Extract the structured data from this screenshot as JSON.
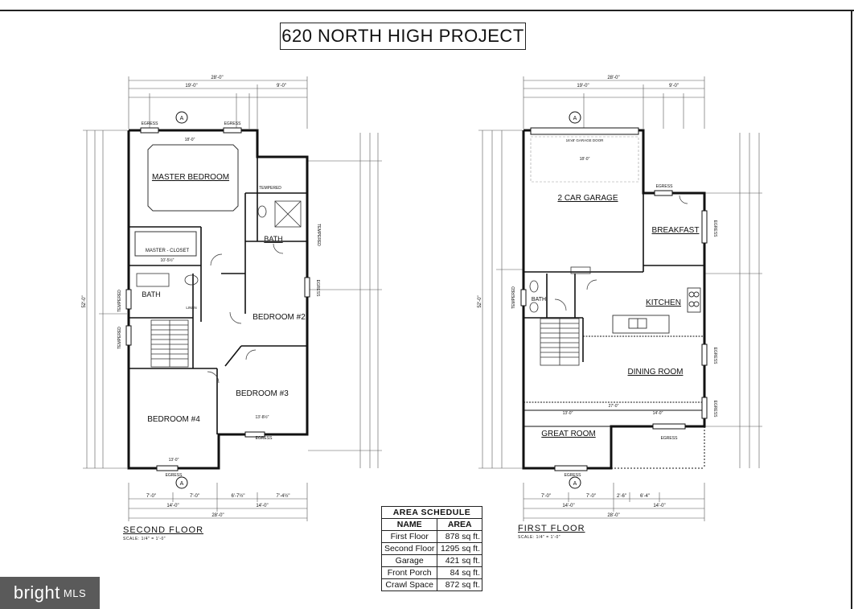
{
  "title": "620 NORTH HIGH PROJECT",
  "second_floor": {
    "label": "SECOND FLOOR",
    "scale": "SCALE: 1/4\" = 1'-0\"",
    "rooms": {
      "master_bedroom": "MASTER BEDROOM",
      "master_closet": "MASTER - CLOSET",
      "bath_master": "BATH",
      "bath_hall": "BATH",
      "bedroom2": "BEDROOM #2",
      "bedroom3": "BEDROOM #3",
      "bedroom4": "BEDROOM #4"
    },
    "notes": {
      "egress_a": "EGRESS",
      "egress_b": "EGRESS",
      "egress_c": "EGRESS",
      "egress_d": "EGRESS",
      "egress_e": "EGRESS",
      "tempered_a": "TEMPERED",
      "tempered_b": "TEMPERED",
      "tempered_c": "TEMPERED",
      "tempered_d": "TEMPERED",
      "linen": "LINEN"
    },
    "dims": {
      "overall_top": "28'-0\"",
      "top_left": "19'-0\"",
      "top_right": "9'-0\"",
      "bottom_a": "7'-0\"",
      "bottom_b": "7'-0\"",
      "bottom_c": "6'-7½\"",
      "bottom_d": "7'-4½\"",
      "bottom_e": "14'-0\"",
      "bottom_f": "14'-0\"",
      "overall_bottom": "28'-0\"",
      "left_overall": "52'-0\"",
      "master_width": "18'-0\"",
      "closet": "10'-5½\"",
      "bedroom3_width": "13'-8½\"",
      "bedroom4_width": "13'-0\""
    }
  },
  "first_floor": {
    "label": "FIRST FLOOR",
    "scale": "SCALE: 1/4\" = 1'-0\"",
    "rooms": {
      "garage": "2 CAR GARAGE",
      "breakfast": "BREAKFAST",
      "kitchen": "KITCHEN",
      "bath": "BATH",
      "dining": "DINING ROOM",
      "great": "GREAT ROOM"
    },
    "notes": {
      "egress_a": "EGRESS",
      "egress_b": "EGRESS",
      "egress_c": "EGRESS",
      "egress_d": "EGRESS",
      "egress_e": "EGRESS",
      "egress_f": "EGRESS",
      "tempered_a": "TEMPERED",
      "garage_door": "16'x8' GARAGE DOOR",
      "garage_width": "18'-0\""
    },
    "dims": {
      "overall_top": "28'-0\"",
      "top_left": "19'-0\"",
      "top_right": "9'-0\"",
      "bottom_a": "7'-0\"",
      "bottom_b": "7'-0\"",
      "bottom_c": "2'-6\"",
      "bottom_d": "6'-4\"",
      "bottom_e": "14'-0\"",
      "bottom_f": "14'-0\"",
      "overall_bottom": "28'-0\"",
      "left_overall": "52'-0\"",
      "dining_width": "27'-0\"",
      "great_left": "13'-0\"",
      "great_right": "14'-0\""
    }
  },
  "area_schedule": {
    "caption": "AREA SCHEDULE",
    "headers": [
      "NAME",
      "AREA"
    ],
    "rows": [
      {
        "name": "First Floor",
        "area": "878 sq ft."
      },
      {
        "name": "Second Floor",
        "area": "1295 sq ft."
      },
      {
        "name": "Garage",
        "area": "421 sq ft."
      },
      {
        "name": "Front Porch",
        "area": "84 sq ft."
      },
      {
        "name": "Crawl Space",
        "area": "872 sq ft."
      }
    ]
  },
  "watermark": {
    "brand": "bright",
    "suffix": "MLS"
  }
}
